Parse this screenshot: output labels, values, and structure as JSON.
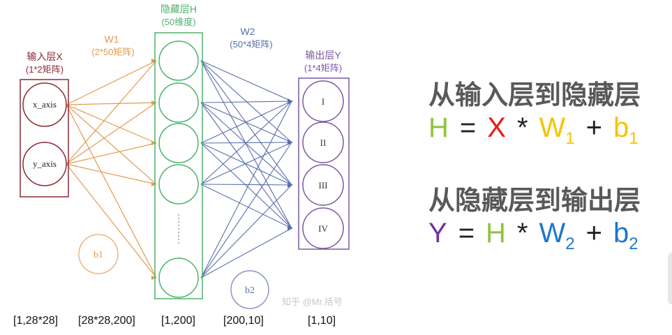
{
  "diagram": {
    "input_layer": {
      "title": "输入层X",
      "subtitle": "(1*2矩阵)",
      "nodes": [
        "x_axis",
        "y_axis"
      ],
      "color": "#8b2a33"
    },
    "w1": {
      "title": "W1",
      "subtitle": "(2*50矩阵)",
      "color": "#e39a4e"
    },
    "hidden_layer": {
      "title": "隐藏层H",
      "subtitle": "(50维度)",
      "node_count_drawn": 5,
      "color": "#4db36d"
    },
    "w2": {
      "title": "W2",
      "subtitle": "(50*4矩阵)",
      "color": "#5a6faa"
    },
    "output_layer": {
      "title": "输出层Y",
      "subtitle": "(1*4矩阵)",
      "nodes": [
        "I",
        "II",
        "III",
        "IV"
      ],
      "color": "#7a58a3"
    },
    "b1": {
      "label": "b1",
      "color": "#e39a4e"
    },
    "b2": {
      "label": "b2",
      "color": "#5a6faa"
    },
    "watermark": "知乎 @Mr.括号"
  },
  "dims": [
    "[1,28*28]",
    "[28*28,200]",
    "[1,200]",
    "[200,10]",
    "[1,10]"
  ],
  "formula1": {
    "title": "从输入层到隐藏层",
    "lhs": "H",
    "eq": "=",
    "x": "X",
    "mul": "*",
    "w": "W",
    "w_sub": "1",
    "plus": "+",
    "b": "b",
    "b_sub": "1"
  },
  "formula2": {
    "title": "从隐藏层到输出层",
    "lhs": "Y",
    "eq": "=",
    "h": "H",
    "mul": "*",
    "w": "W",
    "w_sub": "2",
    "plus": "+",
    "b": "b",
    "b_sub": "2"
  },
  "colors": {
    "H": "#8dc63f",
    "X": "#e41c1c",
    "W1": "#f5c400",
    "b1": "#f5c400",
    "Y": "#7030a0",
    "W2": "#1f77c9",
    "b2": "#1f77c9",
    "title": "#595959"
  }
}
